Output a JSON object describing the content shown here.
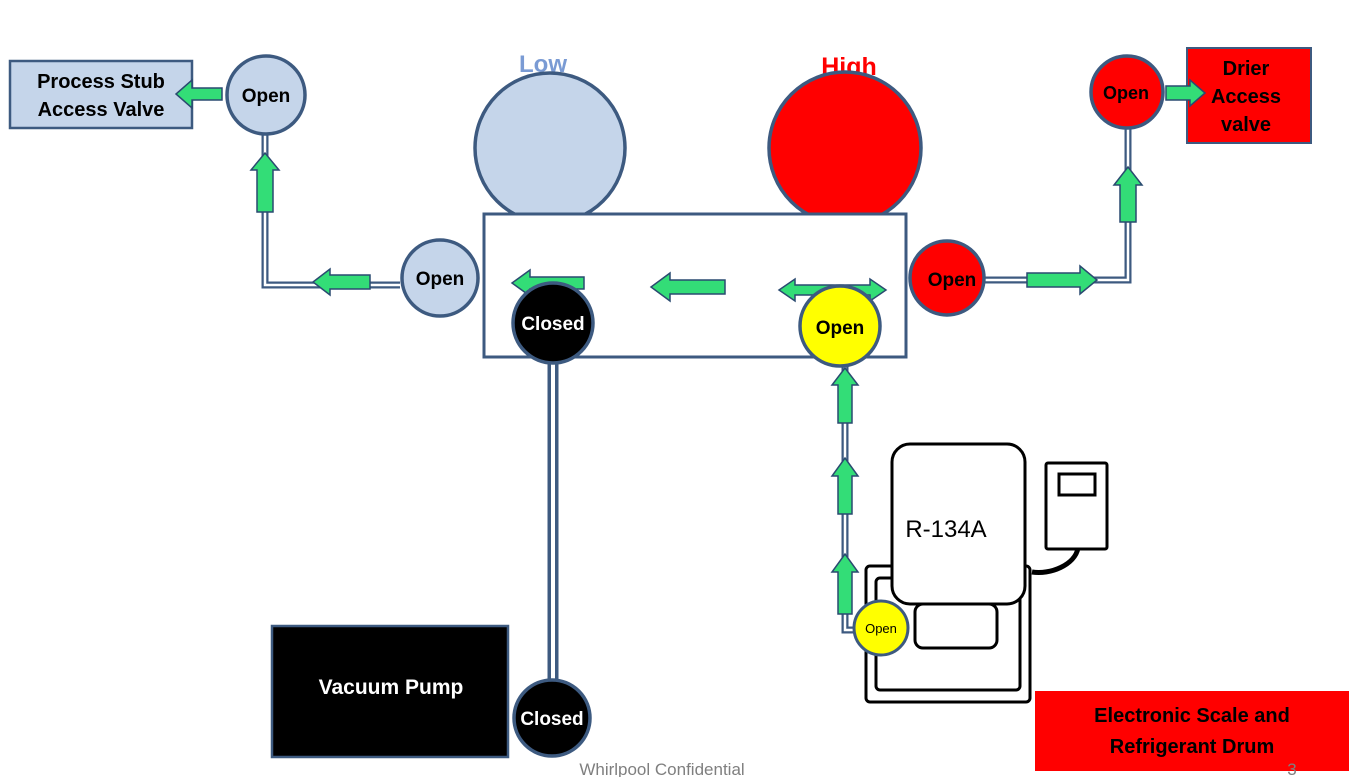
{
  "gauges": {
    "low_label": "Low",
    "high_label": "High"
  },
  "boxes": {
    "process_stub": [
      "Process Stub",
      "Access Valve"
    ],
    "drier_access": [
      "Drier",
      "Access",
      "valve"
    ],
    "vacuum_pump": "Vacuum Pump",
    "scale_drum": [
      "Electronic Scale and",
      "Refrigerant Drum"
    ],
    "drum_label": "R-134A"
  },
  "valves": {
    "process_stub_valve": "Open",
    "low_side_valve": "Open",
    "vacuum_manifold_valve": "Closed",
    "refrigerant_manifold_valve": "Open",
    "high_side_valve": "Open",
    "drier_valve": "Open",
    "vacuum_pump_valve": "Closed",
    "drum_valve": "Open"
  },
  "footer": {
    "confidential": "Whirlpool Confidential",
    "page_number": "3"
  },
  "colors": {
    "low_side": "#c5d5ea",
    "high_side": "#ff0000",
    "arrow": "#33dd77",
    "line": "#3d5a80",
    "valve_yellow": "#ffff00",
    "closed": "#000000"
  }
}
